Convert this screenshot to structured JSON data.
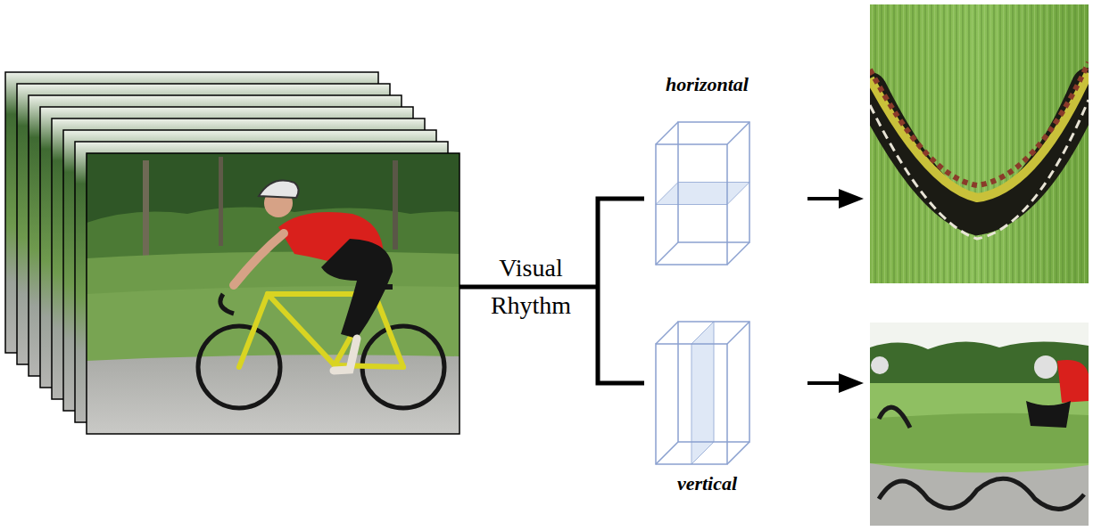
{
  "diagram": {
    "nodes": [
      {
        "text": [
          "horizontal"
        ]
      },
      {
        "text": [
          "vertical"
        ]
      }
    ],
    "labels": [
      "Visual Rhythm"
    ]
  }
}
